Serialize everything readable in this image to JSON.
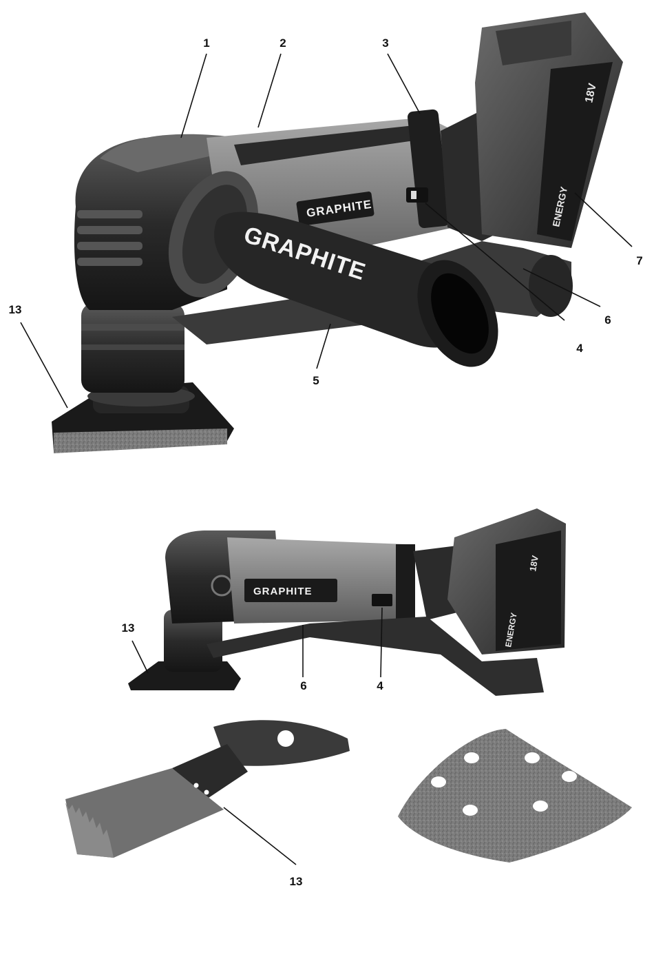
{
  "brand": {
    "logo_text": "GRAPHITE"
  },
  "battery": {
    "voltage": "18V",
    "series": "ENERGY"
  },
  "colors": {
    "tool_dark": "#1c1c1c",
    "tool_mid": "#3a3a3a",
    "tool_light": "#8a8a8a",
    "sanding_sheet": "#7d7d7d",
    "blade": "#6f6f6f"
  },
  "callouts_view1": [
    "1",
    "2",
    "3",
    "4",
    "5",
    "6",
    "7",
    "13"
  ],
  "callouts_view2": [
    "13",
    "6",
    "4"
  ],
  "callouts_accessories": [
    "13"
  ]
}
